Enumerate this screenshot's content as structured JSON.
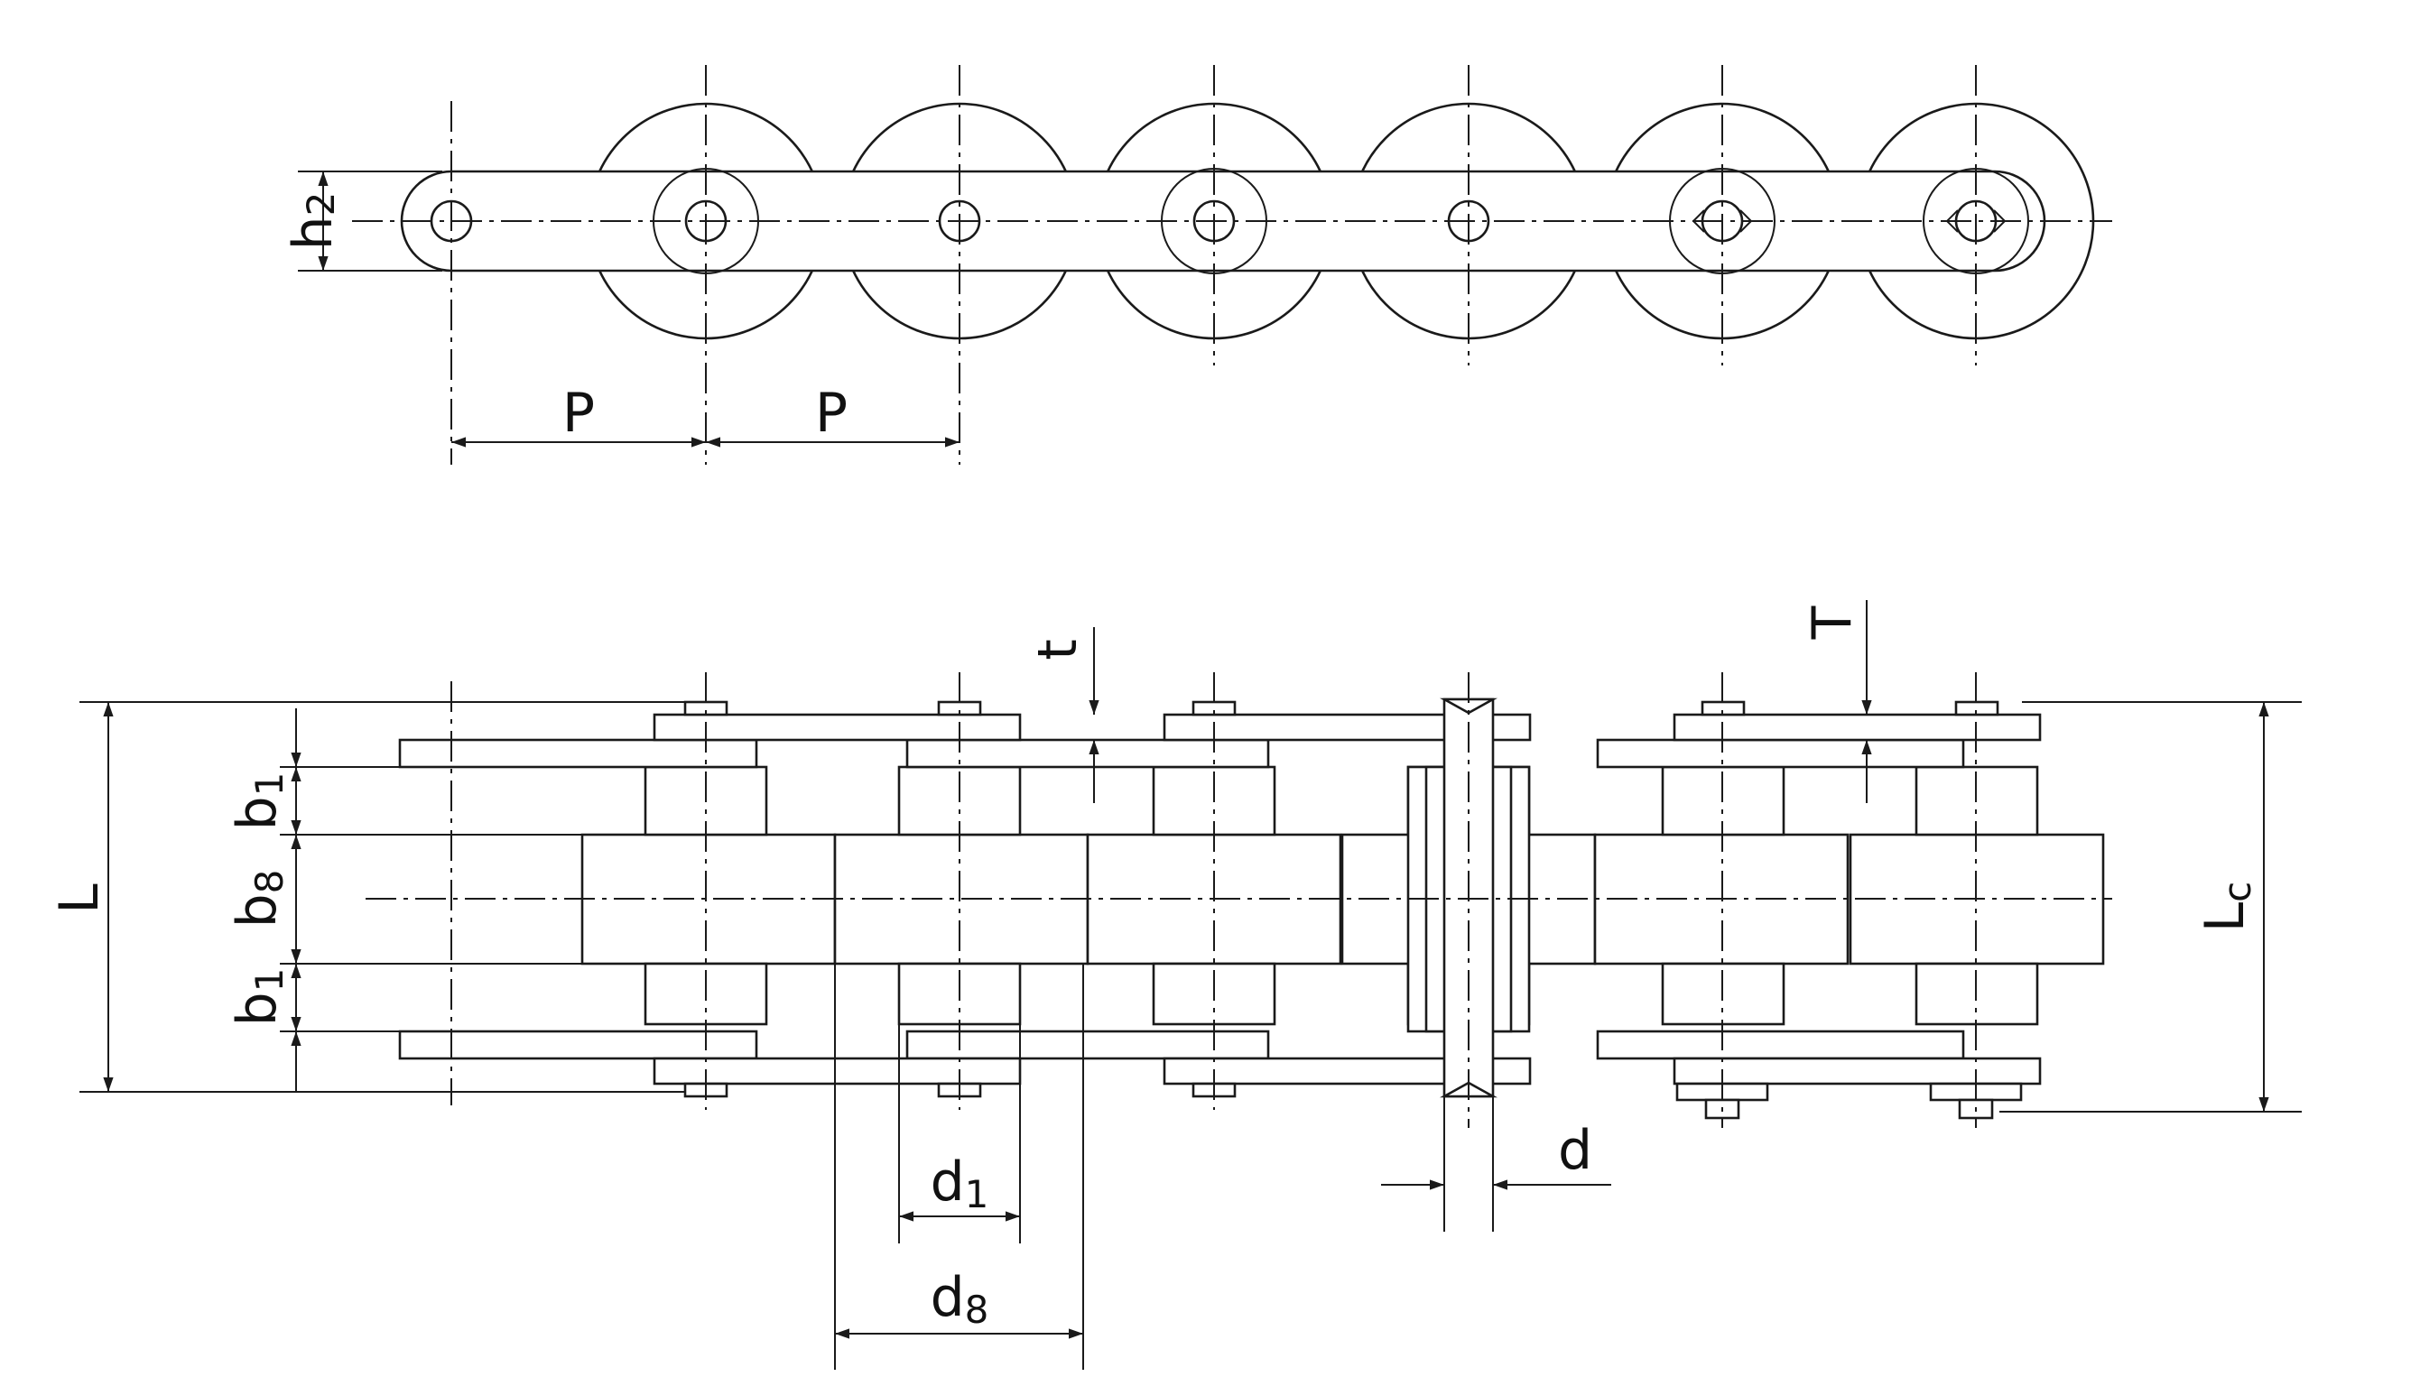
{
  "labels": {
    "h2": {
      "main": "h",
      "sub": "2"
    },
    "P": "P",
    "t": "t",
    "T": "T",
    "L": "L",
    "b1": {
      "main": "b",
      "sub": "1"
    },
    "b8": {
      "main": "b",
      "sub": "8"
    },
    "Lc": {
      "main": "L",
      "sub": "c"
    },
    "d": "d",
    "d1": {
      "main": "d",
      "sub": "1"
    },
    "d8": {
      "main": "d",
      "sub": "8"
    }
  },
  "colors": {
    "line": "#1a1a1a",
    "background": "#ffffff"
  }
}
